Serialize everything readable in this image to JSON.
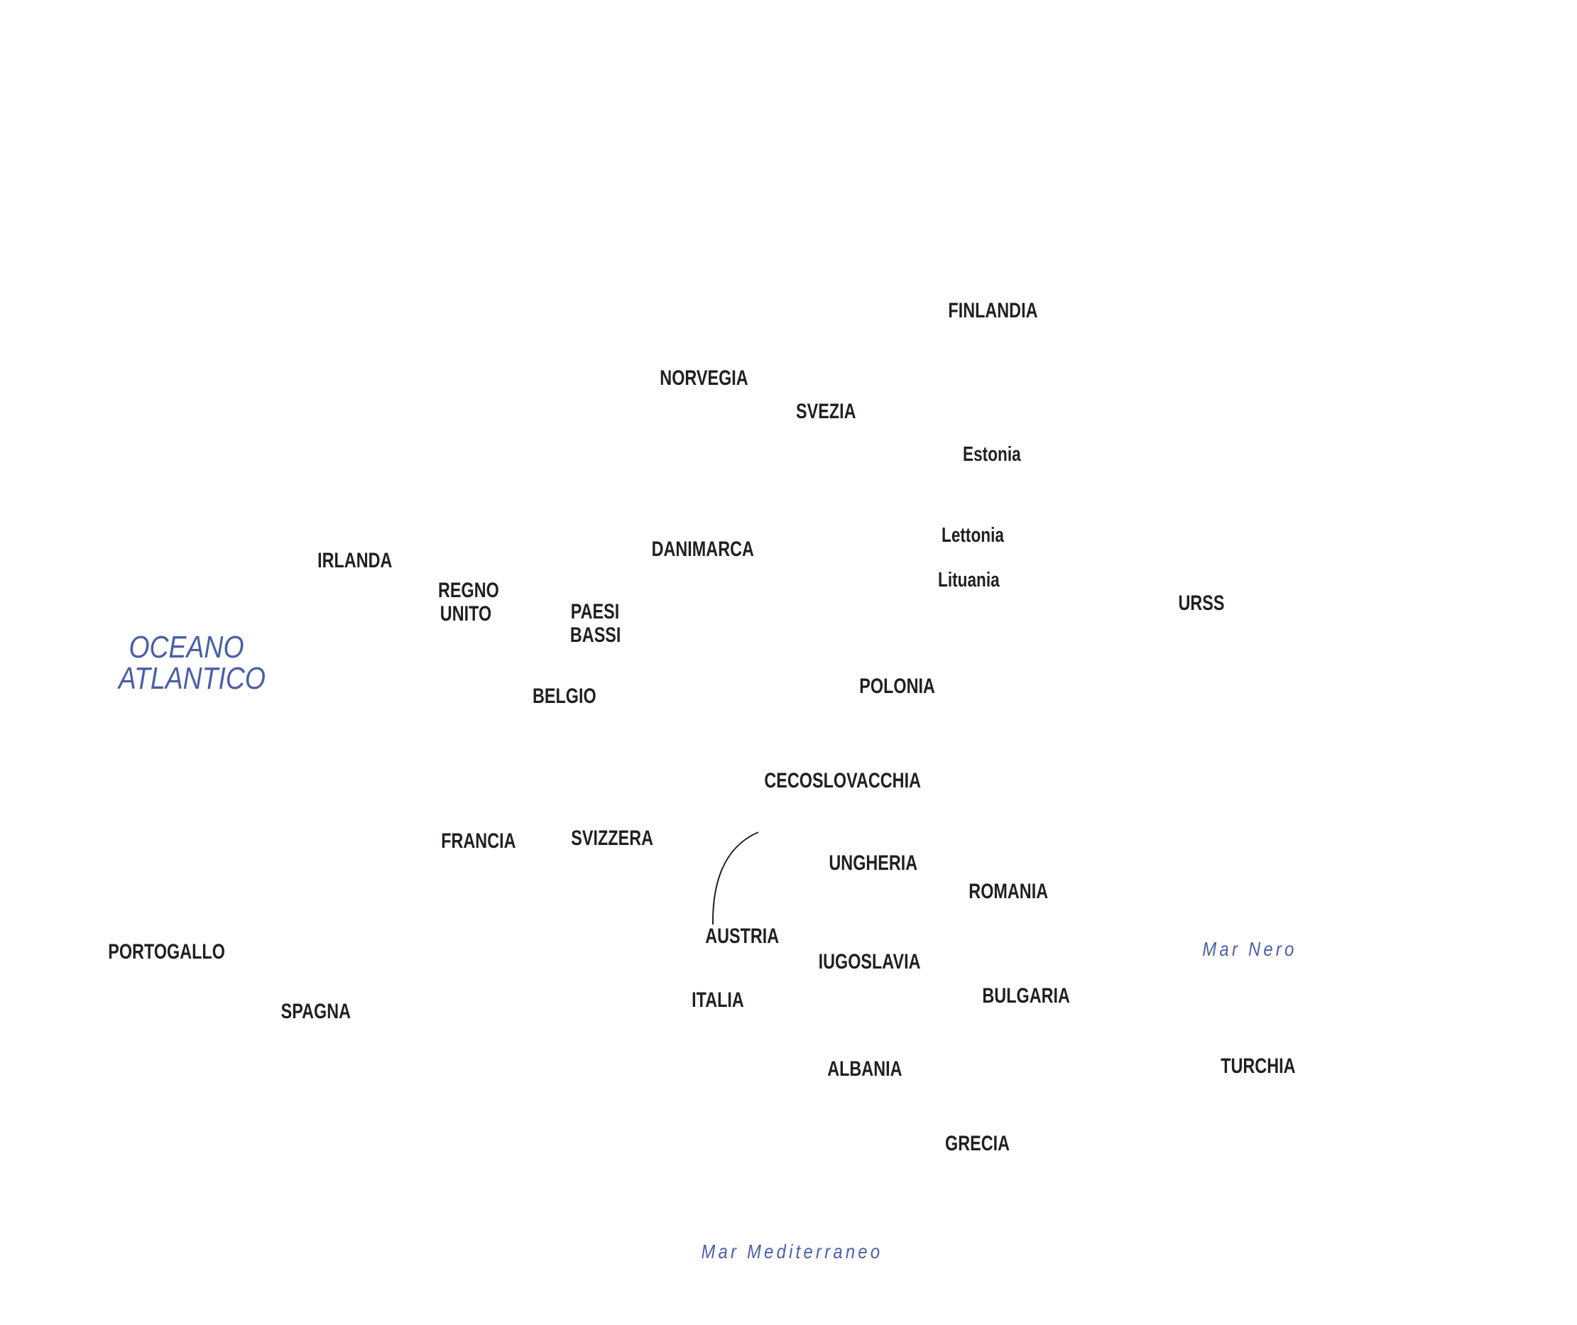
{
  "map": {
    "countries": {
      "finlandia": "FINLANDIA",
      "norvegia": "NORVEGIA",
      "svezia": "SVEZIA",
      "estonia": "Estonia",
      "lettonia": "Lettonia",
      "lituania": "Lituania",
      "danimarca": "DANIMARCA",
      "irlanda": "IRLANDA",
      "regno_unito": [
        "REGNO",
        "UNITO"
      ],
      "paesi_bassi": [
        "PAESI",
        "BASSI"
      ],
      "urss": "URSS",
      "belgio": "BELGIO",
      "polonia": "POLONIA",
      "cecoslovacchia": "CECOSLOVACCHIA",
      "francia": "FRANCIA",
      "svizzera": "SVIZZERA",
      "ungheria": "UNGHERIA",
      "romania": "ROMANIA",
      "austria": "AUSTRIA",
      "iugoslavia": "IUGOSLAVIA",
      "portogallo": "PORTOGALLO",
      "spagna": "SPAGNA",
      "italia": "ITALIA",
      "bulgaria": "BULGARIA",
      "albania": "ALBANIA",
      "turchia": "TURCHIA",
      "grecia": "GRECIA"
    },
    "seas": {
      "oceano_atlantico": [
        "OCEANO",
        "ATLANTICO"
      ],
      "mar_nero": "Mar Nero",
      "mar_mediterraneo": "Mar Mediterraneo"
    },
    "colors": {
      "text": "#231f20",
      "water_label": "#4a5fa8",
      "background": "#ffffff"
    }
  }
}
